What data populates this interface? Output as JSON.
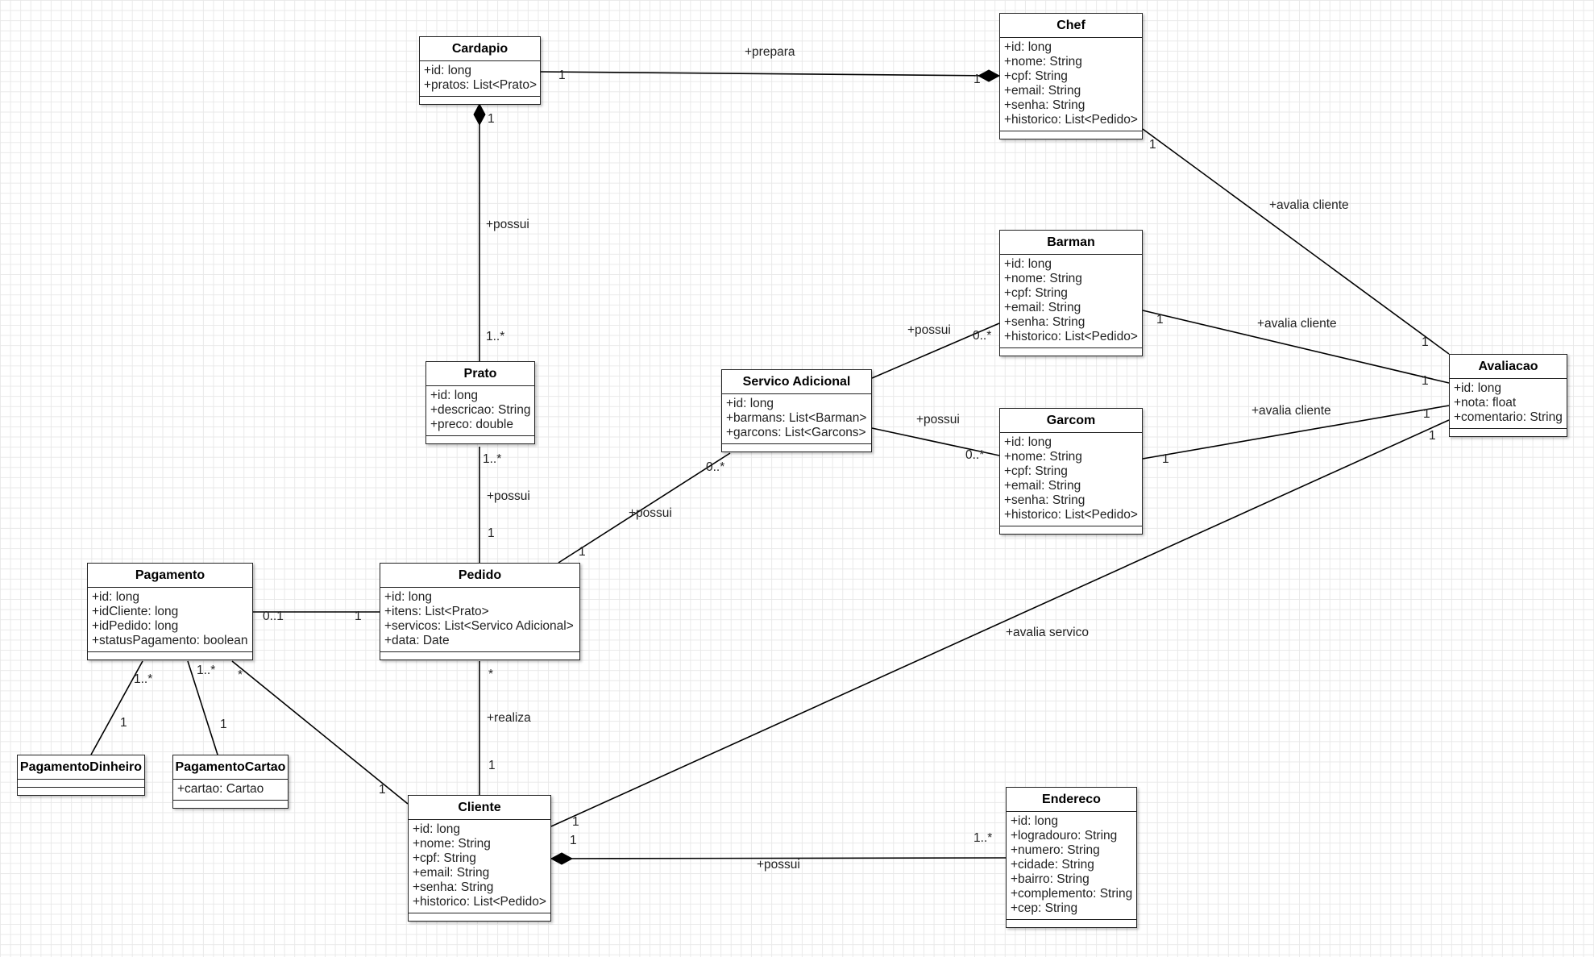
{
  "classes": {
    "cardapio": {
      "name": "Cardapio",
      "attrs": [
        "+id: long",
        "+pratos: List<Prato>"
      ]
    },
    "chef": {
      "name": "Chef",
      "attrs": [
        "+id: long",
        "+nome: String",
        "+cpf: String",
        "+email: String",
        "+senha: String",
        "+historico: List<Pedido>"
      ]
    },
    "barman": {
      "name": "Barman",
      "attrs": [
        "+id: long",
        "+nome: String",
        "+cpf: String",
        "+email: String",
        "+senha: String",
        "+historico: List<Pedido>"
      ]
    },
    "garcom": {
      "name": "Garcom",
      "attrs": [
        "+id: long",
        "+nome: String",
        "+cpf: String",
        "+email: String",
        "+senha: String",
        "+historico: List<Pedido>"
      ]
    },
    "servico": {
      "name": "Servico Adicional",
      "attrs": [
        "+id: long",
        "+barmans: List<Barman>",
        "+garcons: List<Garcons>"
      ]
    },
    "prato": {
      "name": "Prato",
      "attrs": [
        "+id: long",
        "+descricao: String",
        "+preco: double"
      ]
    },
    "avaliacao": {
      "name": "Avaliacao",
      "attrs": [
        "+id: long",
        "+nota: float",
        "+comentario: String"
      ]
    },
    "pagamento": {
      "name": "Pagamento",
      "attrs": [
        "+id: long",
        "+idCliente: long",
        "+idPedido: long",
        "+statusPagamento: boolean"
      ]
    },
    "pedido": {
      "name": "Pedido",
      "attrs": [
        "+id: long",
        "+itens: List<Prato>",
        "+servicos: List<Servico Adicional>",
        "+data: Date"
      ]
    },
    "pagDinheiro": {
      "name": "PagamentoDinheiro",
      "attrs": []
    },
    "pagCartao": {
      "name": "PagamentoCartao",
      "attrs": [
        "+cartao: Cartao"
      ]
    },
    "cliente": {
      "name": "Cliente",
      "attrs": [
        "+id: long",
        "+nome: String",
        "+cpf: String",
        "+email: String",
        "+senha: String",
        "+historico: List<Pedido>"
      ]
    },
    "endereco": {
      "name": "Endereco",
      "attrs": [
        "+id: long",
        "+logradouro: String",
        "+numero: String",
        "+cidade: String",
        "+bairro: String",
        "+complemento: String",
        "+cep: String"
      ]
    }
  },
  "edges": [
    {
      "id": "cardapio-chef",
      "label": "+prepara",
      "mult_a": "1",
      "mult_b": "1"
    },
    {
      "id": "cardapio-prato",
      "label": "+possui",
      "mult_a": "1",
      "mult_b": "1..*"
    },
    {
      "id": "chef-avaliacao",
      "label": "+avalia cliente",
      "mult_a": "1",
      "mult_b": "1"
    },
    {
      "id": "barman-avaliacao",
      "label": "+avalia cliente",
      "mult_a": "1",
      "mult_b": "1"
    },
    {
      "id": "garcom-avaliacao",
      "label": "+avalia cliente",
      "mult_a": "1",
      "mult_b": "1"
    },
    {
      "id": "servico-barman",
      "label": "+possui",
      "mult_a": "",
      "mult_b": "0..*"
    },
    {
      "id": "servico-garcom",
      "label": "+possui",
      "mult_a": "",
      "mult_b": "0..*"
    },
    {
      "id": "prato-pedido",
      "label": "+possui",
      "mult_a": "1..*",
      "mult_b": "1"
    },
    {
      "id": "pedido-servico",
      "label": "+possui",
      "mult_a": "1",
      "mult_b": "0..*"
    },
    {
      "id": "pagamento-pedido",
      "label": "",
      "mult_a": "0..1",
      "mult_b": "1"
    },
    {
      "id": "pedido-cliente",
      "label": "+realiza",
      "mult_a": "*",
      "mult_b": "1"
    },
    {
      "id": "pagamento-cliente",
      "label": "",
      "mult_a": "*",
      "mult_b": "1"
    },
    {
      "id": "pagamento-dinheiro",
      "label": "",
      "mult_a": "1..*",
      "mult_b": "1"
    },
    {
      "id": "pagamento-cartao",
      "label": "",
      "mult_a": "1..*",
      "mult_b": "1"
    },
    {
      "id": "cliente-avaliacao",
      "label": "+avalia servico",
      "mult_a": "1",
      "mult_b": "1"
    },
    {
      "id": "cliente-endereco",
      "label": "+possui",
      "mult_a": "1",
      "mult_b": "1..*"
    }
  ]
}
